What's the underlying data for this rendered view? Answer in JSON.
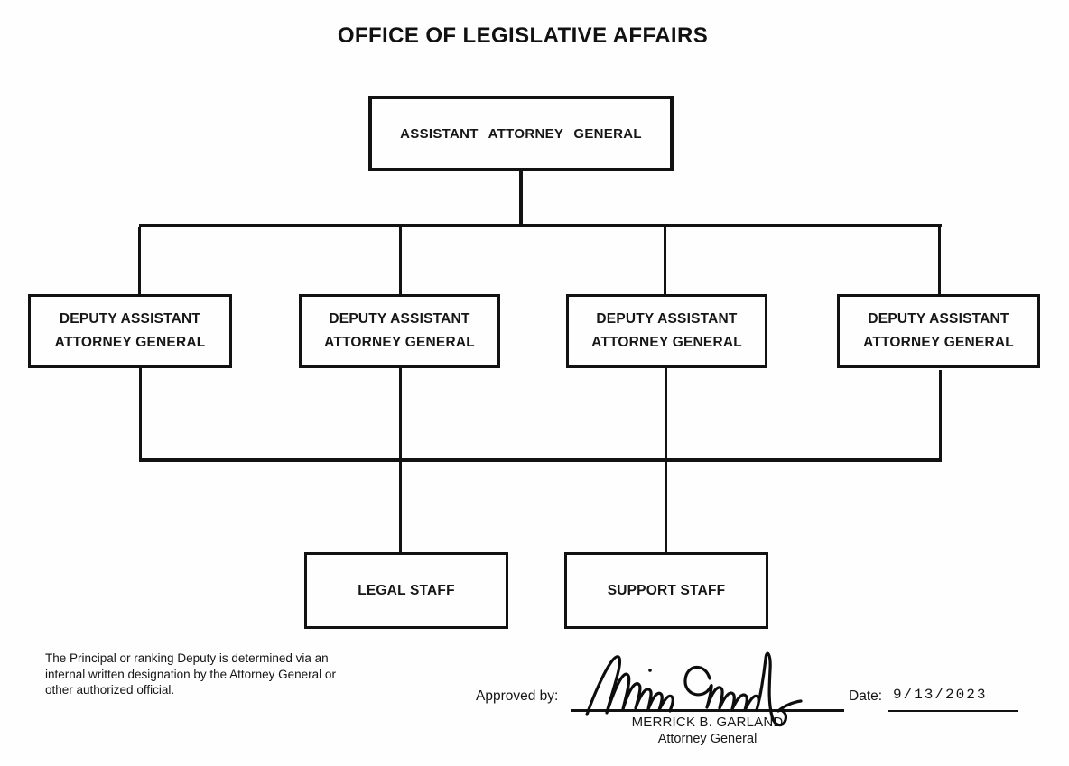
{
  "page": {
    "title": "OFFICE OF LEGISLATIVE AFFAIRS"
  },
  "org": {
    "root": {
      "label": "ASSISTANT ATTORNEY GENERAL"
    },
    "deputies": [
      {
        "line1": "DEPUTY ASSISTANT",
        "line2": "ATTORNEY GENERAL"
      },
      {
        "line1": "DEPUTY ASSISTANT",
        "line2": "ATTORNEY GENERAL"
      },
      {
        "line1": "DEPUTY ASSISTANT",
        "line2": "ATTORNEY GENERAL"
      },
      {
        "line1": "DEPUTY ASSISTANT",
        "line2": "ATTORNEY GENERAL"
      }
    ],
    "staff": [
      {
        "label": "LEGAL STAFF"
      },
      {
        "label": "SUPPORT STAFF"
      }
    ]
  },
  "footnote": {
    "lines": [
      "The Principal or ranking Deputy is determined via an",
      "internal written designation by the Attorney General or",
      "other authorized official."
    ]
  },
  "approval": {
    "approved_by_label": "Approved by:",
    "signature_script": "Merrick Garland",
    "signer_name": "MERRICK B. GARLAND",
    "signer_title": "Attorney General",
    "date_label": "Date:",
    "date_value": "9/13/2023"
  }
}
